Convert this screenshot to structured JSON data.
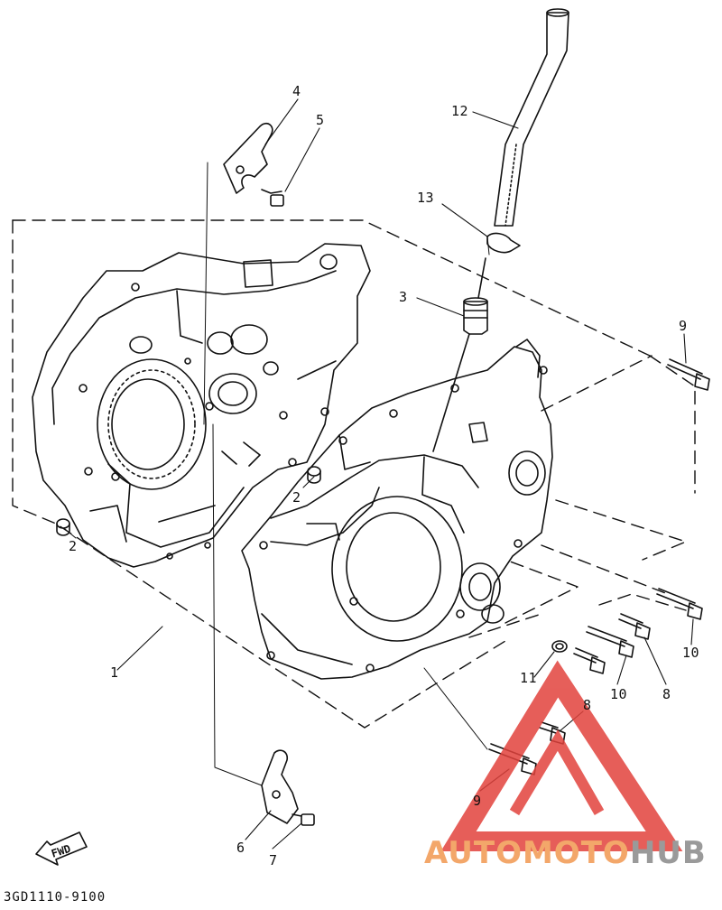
{
  "diagram_code": "3GD1110-9100",
  "fwd_label": "FWD",
  "watermark": {
    "part1": "AUTOMOTO",
    "part2": "HUB",
    "color_primary": "#f3a76a",
    "color_secondary": "#9a9a9a",
    "logo_color": "#e2433d"
  },
  "callouts": [
    {
      "id": "c1",
      "text": "1"
    },
    {
      "id": "c2a",
      "text": "2"
    },
    {
      "id": "c2b",
      "text": "2"
    },
    {
      "id": "c3",
      "text": "3"
    },
    {
      "id": "c4",
      "text": "4"
    },
    {
      "id": "c5",
      "text": "5"
    },
    {
      "id": "c6",
      "text": "6"
    },
    {
      "id": "c7",
      "text": "7"
    },
    {
      "id": "c8a",
      "text": "8"
    },
    {
      "id": "c8b",
      "text": "8"
    },
    {
      "id": "c9a",
      "text": "9"
    },
    {
      "id": "c9b",
      "text": "9"
    },
    {
      "id": "c10a",
      "text": "10"
    },
    {
      "id": "c10b",
      "text": "10"
    },
    {
      "id": "c11",
      "text": "11"
    },
    {
      "id": "c12",
      "text": "12"
    },
    {
      "id": "c13",
      "text": "13"
    }
  ]
}
